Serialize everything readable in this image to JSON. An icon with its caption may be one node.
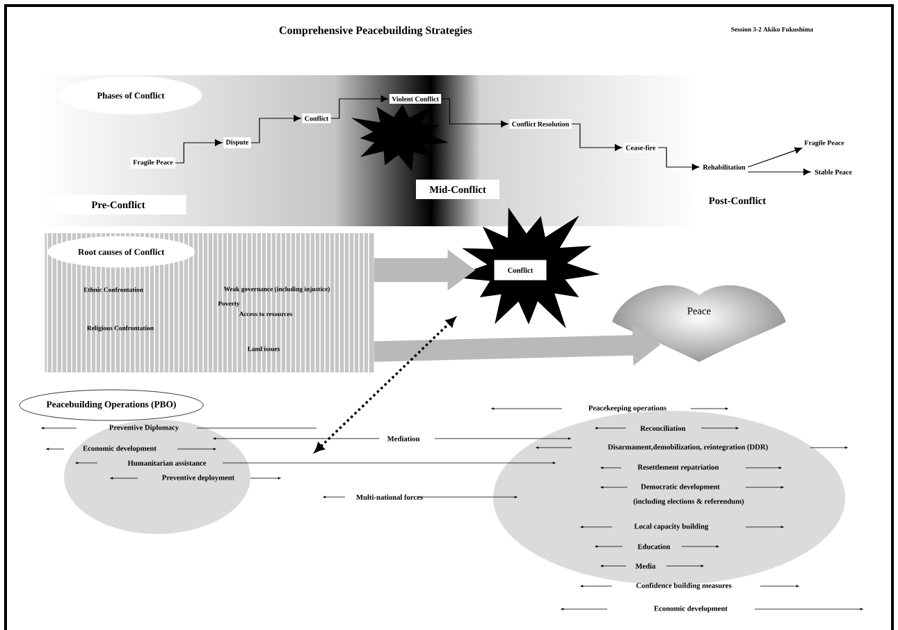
{
  "diagram": {
    "title": "Comprehensive Peacebuilding Strategies",
    "nodes": [
      {
        "text": [
          "Phases of Conflict"
        ]
      },
      {
        "text": [
          "Fragile Peace"
        ]
      },
      {
        "text": [
          "Dispute"
        ]
      },
      {
        "text": [
          "Conflict"
        ]
      },
      {
        "text": [
          "Violent Conflict"
        ]
      },
      {
        "text": [
          "Conflict Resolution"
        ]
      },
      {
        "text": [
          "Cease-fire"
        ]
      },
      {
        "text": [
          "Rehabilitation"
        ]
      },
      {
        "text": [
          "Fragile Peace"
        ]
      },
      {
        "text": [
          "Stable Peace"
        ]
      },
      {
        "text": [
          "Pre-Conflict"
        ]
      },
      {
        "text": [
          "Mid-Conflict"
        ]
      },
      {
        "text": [
          "Post-Conflict"
        ]
      },
      {
        "text": [
          "Ethnic Confrontation",
          "Weak governance (including injustice)",
          "Poverty",
          "Access to resources",
          "Religious Confrontation",
          "Land issues"
        ]
      },
      {
        "text": [
          "Root causes of Conflict"
        ],
        "in": 13
      },
      {
        "text": [
          "Conflict"
        ]
      },
      {
        "text": [
          "Peace"
        ]
      },
      {
        "text": [
          "Peacebuilding Operations (PBO)"
        ]
      }
    ],
    "edges": [
      {
        "from": 1,
        "to": 2,
        "arrow": "to"
      },
      {
        "from": 2,
        "to": 3,
        "arrow": "to"
      },
      {
        "from": 3,
        "to": 4,
        "arrow": "to"
      },
      {
        "from": 4,
        "to": 5,
        "arrow": "to"
      },
      {
        "from": 5,
        "to": 6,
        "arrow": "to"
      },
      {
        "from": 6,
        "to": 7,
        "arrow": "to"
      },
      {
        "from": 7,
        "to": 8,
        "arrow": "to"
      },
      {
        "from": 7,
        "to": 9,
        "arrow": "to"
      },
      {
        "from": 13,
        "to": 15,
        "arrow": "to",
        "style": "thick",
        "color": "#b9b9b9"
      },
      {
        "from": 13,
        "to": 16,
        "arrow": "to",
        "style": "thick",
        "color": "#b9b9b9"
      },
      {
        "from": null,
        "to": 15,
        "arrow": "both",
        "style": "dashed"
      }
    ],
    "labels": [
      "Session 3-2 Akiko Fukushima",
      "Peacekeeping operations",
      "Preventive Diplomacy",
      "Reconciliation",
      "Mediation",
      "Disarmament,demobilization, reintegration (DDR)",
      "Economic development",
      "Humanitarian assistance",
      "Resettlement repatriation",
      "Preventive deployment",
      "Democratic development",
      "Multi-national forces",
      "(including elections & referendum)",
      "Local capacity building",
      "Education",
      "Media",
      "Confidence building measures",
      "Economic development"
    ]
  }
}
